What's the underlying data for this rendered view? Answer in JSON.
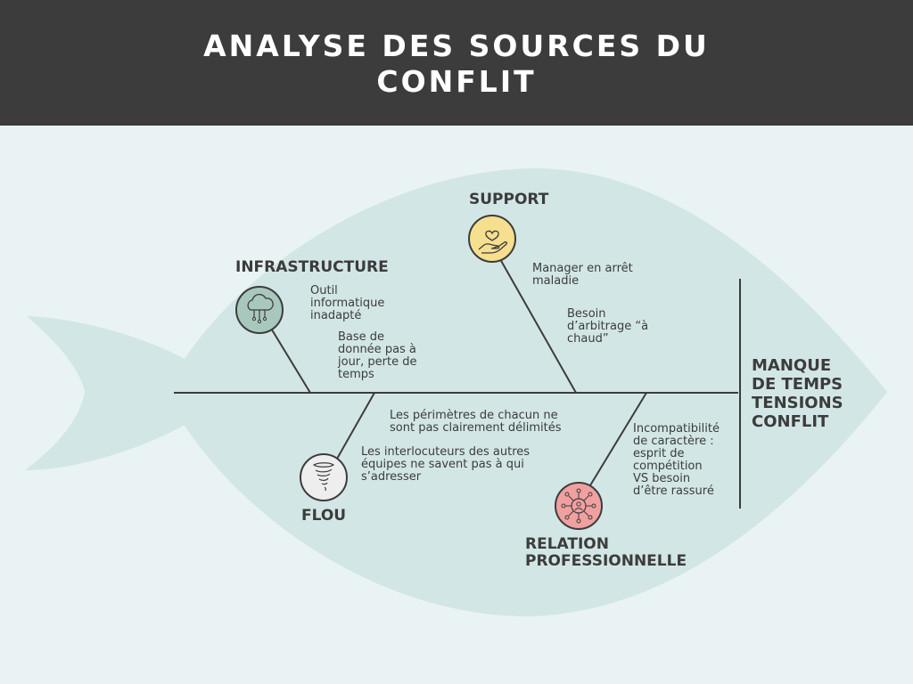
{
  "title_line1": "ANALYSE DES SOURCES DU",
  "title_line2": "CONFLIT",
  "effect": [
    "MANQUE",
    "DE TEMPS",
    "TENSIONS",
    "CONFLIT"
  ],
  "categories": {
    "infrastructure": {
      "label": "INFRASTRUCTURE",
      "icon": "cloud-network-icon",
      "color": "#a9c8bd",
      "causes": [
        "Outil\ninformatique\ninadapté",
        "Base de\ndonnée pas à\njour, perte de\ntemps"
      ]
    },
    "support": {
      "label": "SUPPORT",
      "icon": "hand-heart-icon",
      "color": "#f6df8f",
      "causes": [
        "Manager en arrêt\nmaladie",
        "Besoin\nd’arbitrage “à\nchaud”"
      ]
    },
    "flou": {
      "label": "FLOU",
      "icon": "tornado-icon",
      "color": "#eeeeee",
      "causes": [
        "Les périmètres de chacun ne\nsont pas clairement délimités",
        "Les interlocuteurs des autres\néquipes ne savent pas à qui\ns’adresser"
      ]
    },
    "relation": {
      "label_line1": "RELATION",
      "label_line2": "PROFESSIONNELLE",
      "icon": "people-network-icon",
      "color": "#f1a0a0",
      "causes": [
        "Incompatibilité\nde caractère :\nesprit de\ncompétition\nVS besoin\nd’être rassuré"
      ]
    }
  },
  "colors": {
    "header": "#3c3c3c",
    "background": "#e9f3f3",
    "fish": "#d2e6e5",
    "ink": "#3c3c3c"
  }
}
